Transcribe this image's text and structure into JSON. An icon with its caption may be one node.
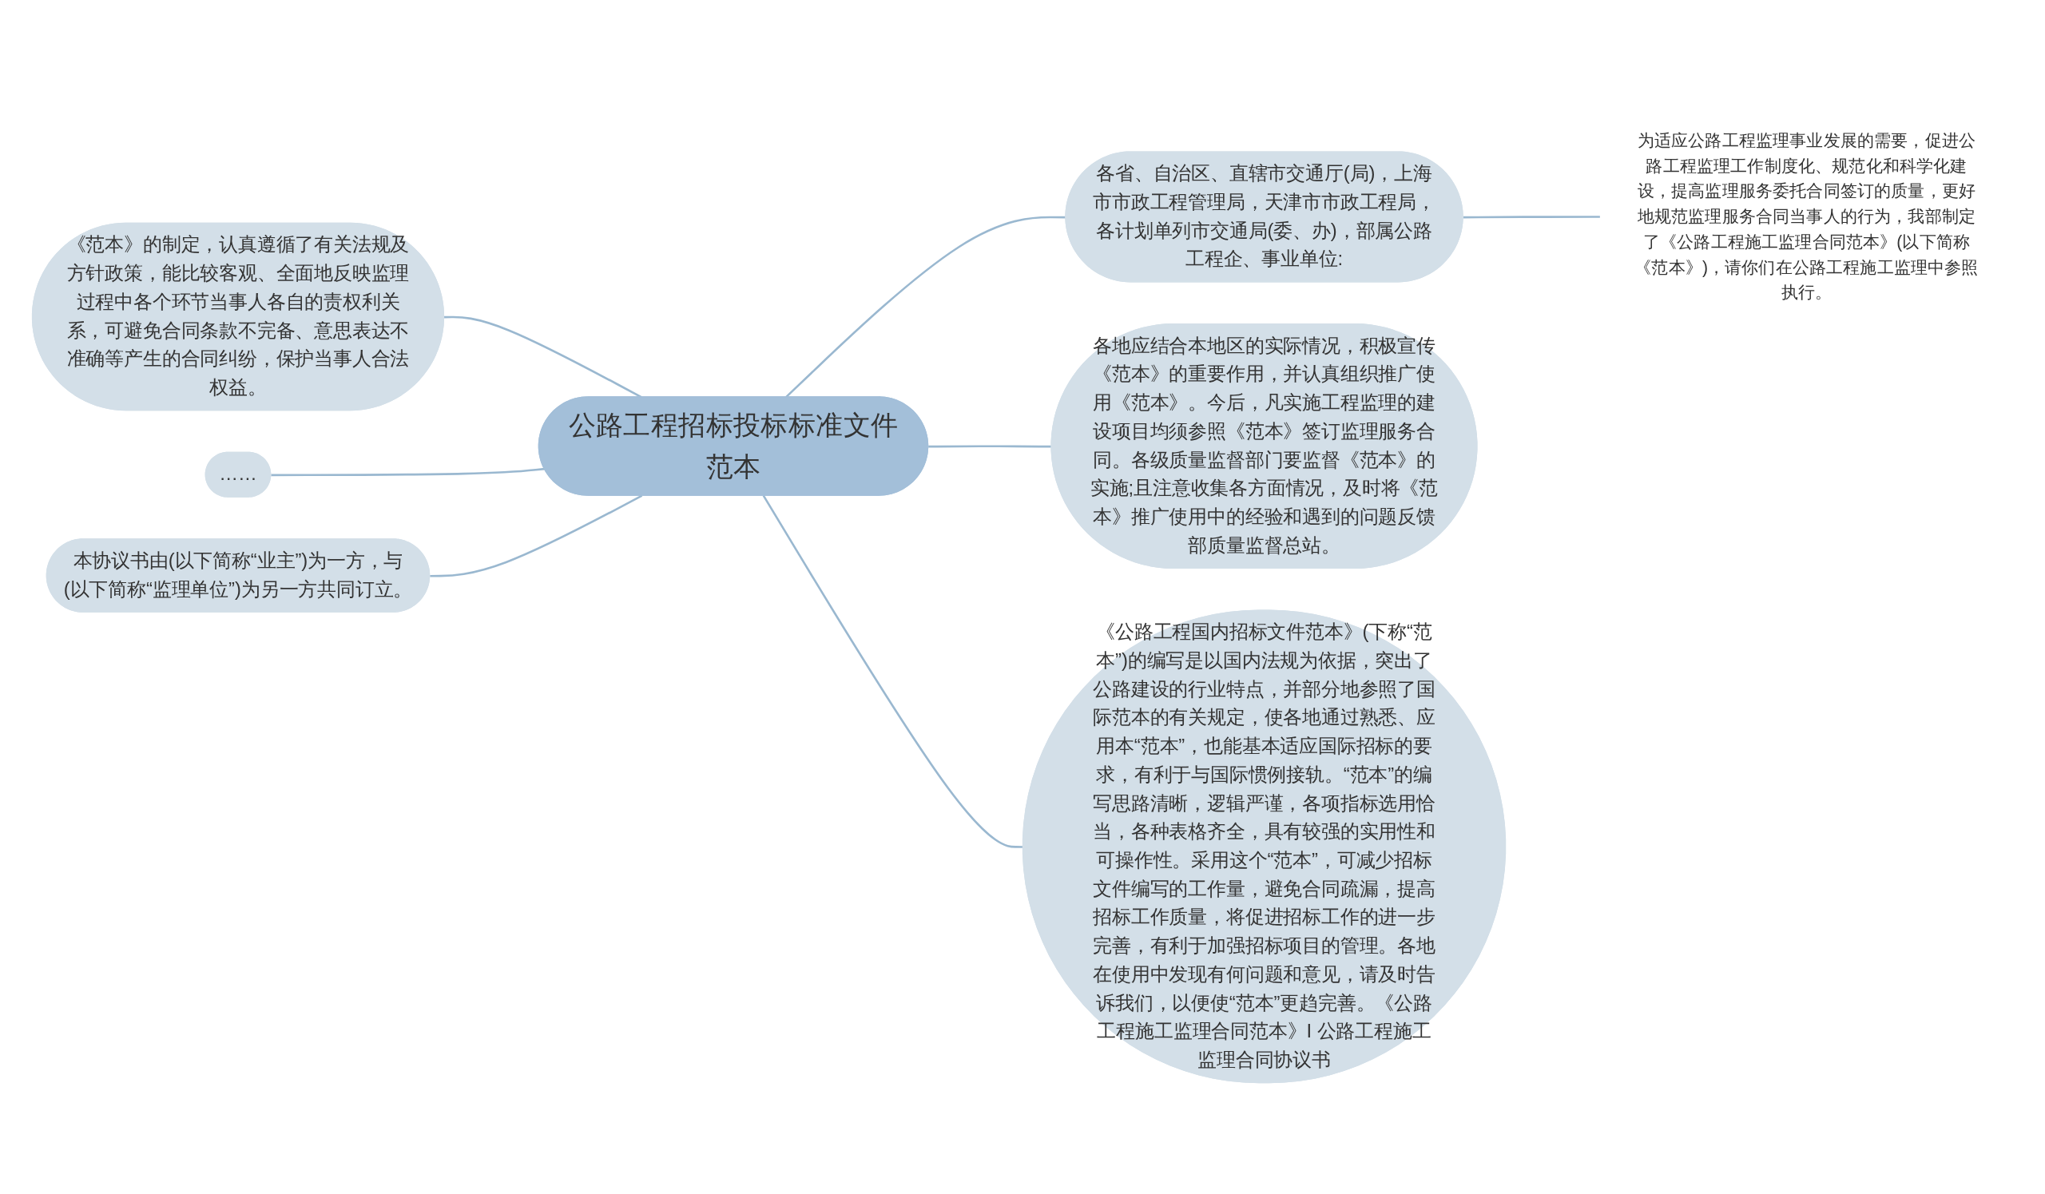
{
  "diagram": {
    "nodes": [
      {
        "text": [
          "公路工程招标投标标准文件范本"
        ]
      },
      {
        "text": [
          "各省、自治区、直辖市交通厅(局)，上海市市政工程管理局，天津市市政工程局，各计划单列市交通局(委、办)，部属公路工程企、事业单位:"
        ]
      },
      {
        "text": [
          "为适应公路工程监理事业发展的需要，促进公路工程监理工作制度化、规范化和科学化建设，提高监理服务委托合同签订的质量，更好地规范监理服务合同当事人的行为，我部制定了《公路工程施工监理合同范本》(以下简称《范本》)，请你们在公路工程施工监理中参照执行。"
        ]
      },
      {
        "text": [
          "各地应结合本地区的实际情况，积极宣传《范本》的重要作用，并认真组织推广使用《范本》。今后，凡实施工程监理的建设项目均须参照《范本》签订监理服务合同。各级质量监督部门要监督《范本》的实施;且注意收集各方面情况，及时将《范本》推广使用中的经验和遇到的问题反馈部质量监督总站。"
        ]
      },
      {
        "text": [
          "《公路工程国内招标文件范本》(下称“范本”)的编写是以国内法规为依据，突出了公路建设的行业特点，并部分地参照了国际范本的有关规定，使各地通过熟悉、应用本“范本”，也能基本适应国际招标的要求，有利于与国际惯例接轨。“范本”的编写思路清晰，逻辑严谨，各项指标选用恰当，各种表格齐全，具有较强的实用性和可操作性。采用这个“范本”，可减少招标文件编写的工作量，避免合同疏漏，提高招标工作质量，将促进招标工作的进一步完善，有利于加强招标项目的管理。各地在使用中发现有何问题和意见，请及时告诉我们，以便使“范本”更趋完善。《公路工程施工监理合同范本》I 公路工程施工监理合同协议书"
        ]
      },
      {
        "text": [
          "《范本》的制定，认真遵循了有关法规及方针政策，能比较客观、全面地反映监理过程中各个环节当事人各自的责权利关系，可避免合同条款不完备、意思表达不准确等产生的合同纠纷，保护当事人合法权益。"
        ]
      },
      {
        "text": [
          "……"
        ]
      },
      {
        "text": [
          "本协议书由(以下简称“业主”)为一方，与(以下简称“监理单位”)为另一方共同订立。"
        ]
      }
    ],
    "edges": [
      {
        "from": 0,
        "to": 1,
        "arrow": "none"
      },
      {
        "from": 1,
        "to": 2,
        "arrow": "none"
      },
      {
        "from": 0,
        "to": 3,
        "arrow": "none"
      },
      {
        "from": 0,
        "to": 4,
        "arrow": "none"
      },
      {
        "from": 5,
        "to": 0,
        "arrow": "none"
      },
      {
        "from": 6,
        "to": 0,
        "arrow": "none"
      },
      {
        "from": 7,
        "to": 0,
        "arrow": "none"
      }
    ]
  }
}
